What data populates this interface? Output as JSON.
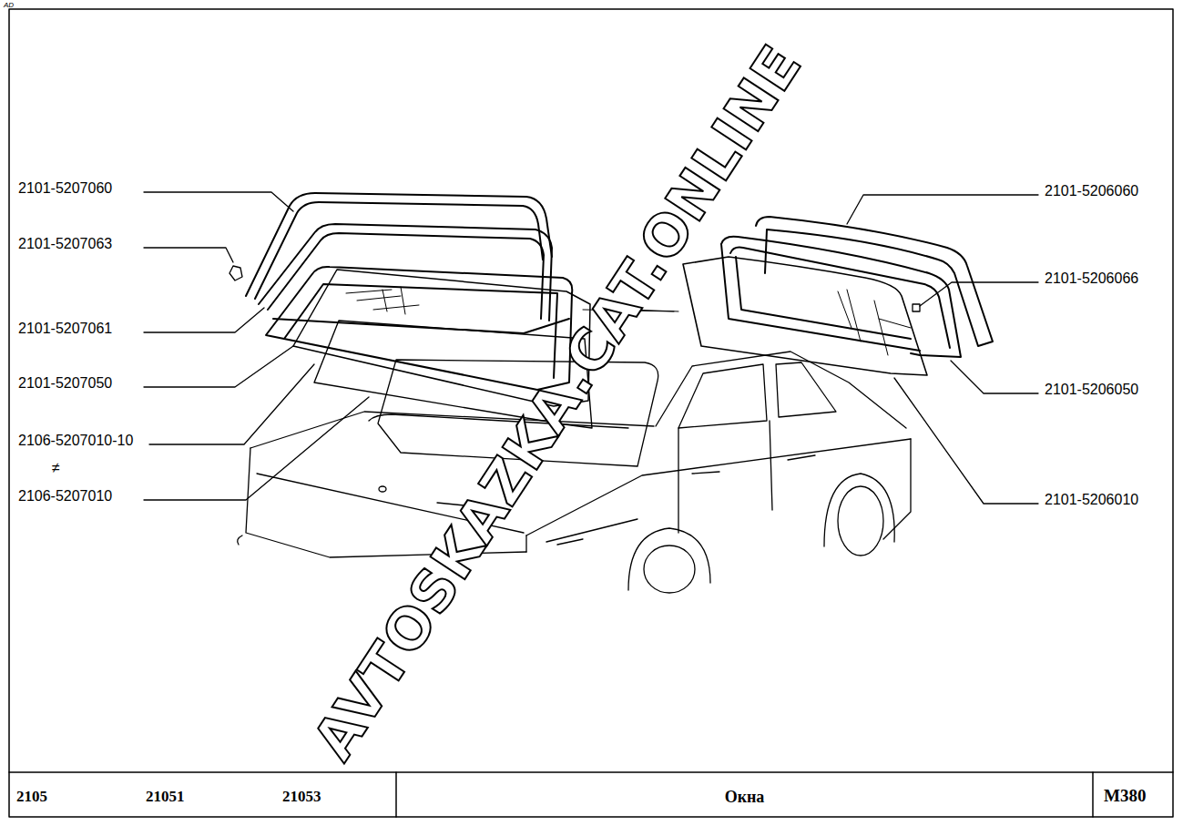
{
  "diagram": {
    "title": "Окна",
    "labels": [
      "AD",
      "2101-5207060",
      "2101-5207063",
      "2101-5207061",
      "2101-5207050",
      "2106-5207010-10",
      "≠",
      "2106-5207010",
      "2101-5206060",
      "2101-5206066",
      "2101-5206050",
      "2101-5206010",
      "AVTOSKAZKA.CAT.ONLINE",
      "2105",
      "21051",
      "21053",
      "M380"
    ]
  }
}
